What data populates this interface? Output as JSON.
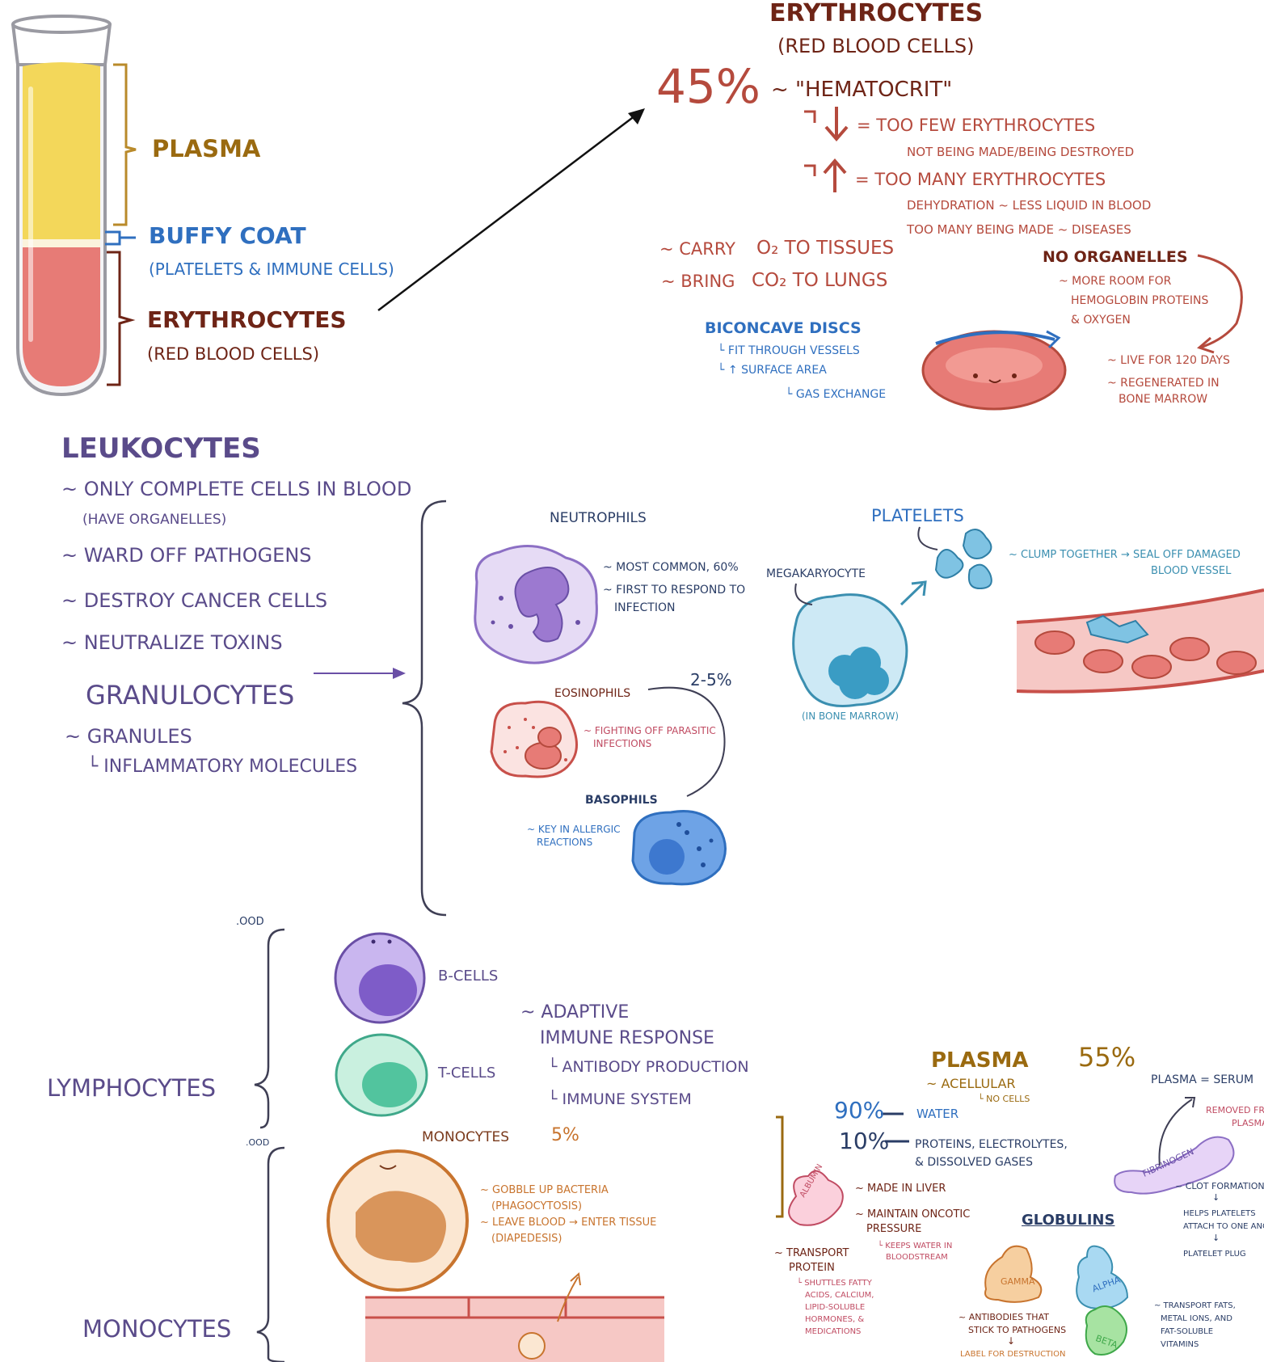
{
  "colors": {
    "plasma_yellow": "#f3d75a",
    "rbc_red": "#e77b76",
    "leuko_purple": "#5a4b8a",
    "platelet_blue": "#7fc3e3"
  },
  "icons": [
    "test-tube-icon",
    "red-blood-cell-icon",
    "neutrophil-icon",
    "eosinophil-icon",
    "basophil-icon",
    "megakaryocyte-icon",
    "platelets-icon",
    "blood-vessel-icon",
    "b-cell-icon",
    "t-cell-icon",
    "monocyte-icon",
    "albumin-icon",
    "fibrinogen-icon",
    "gamma-globulin-icon",
    "alpha-globulin-icon",
    "beta-globulin-icon"
  ],
  "tube": {
    "plasma": "PLASMA",
    "buffy": "BUFFY COAT",
    "buffy_sub": "(PLATELETS & IMMUNE CELLS)",
    "ery": "ERYTHROCYTES",
    "ery_sub": "(RED BLOOD CELLS)"
  },
  "ery": {
    "title": "ERYTHROCYTES",
    "subtitle": "(RED BLOOD CELLS)",
    "pct": "45%",
    "hematocrit": "~ \"HEMATOCRIT\"",
    "low_sym": "= TOO FEW ERYTHROCYTES",
    "low_reason": "NOT BEING MADE/BEING DESTROYED",
    "high_sym": "= TOO MANY ERYTHROCYTES",
    "high_r1": "DEHYDRATION ~ LESS LIQUID IN BLOOD",
    "high_r2": "TOO MANY BEING MADE ~ DISEASES",
    "carry": "~ CARRY",
    "o2": "O₂ TO TISSUES",
    "bring": "~ BRING",
    "co2": "CO₂ TO LUNGS",
    "no_org": "NO ORGANELLES",
    "no_org_1": "~ MORE ROOM FOR",
    "no_org_2": "HEMOGLOBIN PROTEINS",
    "no_org_3": "& OXYGEN",
    "bicon": "BICONCAVE DISCS",
    "bicon_1": "FIT THROUGH VESSELS",
    "bicon_2": "↑ SURFACE AREA",
    "bicon_3": "GAS EXCHANGE",
    "life": "~ LIVE FOR 120 DAYS",
    "regen_1": "~ REGENERATED IN",
    "regen_2": "BONE MARROW"
  },
  "leuko": {
    "title": "LEUKOCYTES",
    "p1": "~ ONLY COMPLETE CELLS IN BLOOD",
    "p1b": "(HAVE ORGANELLES)",
    "p2": "~ WARD OFF PATHOGENS",
    "p3": "~ DESTROY CANCER CELLS",
    "p4": "~ NEUTRALIZE TOXINS",
    "gran": "GRANULOCYTES",
    "gran_1": "~ GRANULES",
    "gran_2": "INFLAMMATORY MOLECULES"
  },
  "neut": {
    "title": "NEUTROPHILS",
    "n1": "~ MOST COMMON, 60%",
    "n2": "~ FIRST TO RESPOND TO",
    "n3": "INFECTION"
  },
  "eos": {
    "title": "EOSINOPHILS",
    "pct": "2-5%",
    "e1": "~ FIGHTING OFF PARASITIC",
    "e2": "INFECTIONS"
  },
  "baso": {
    "title": "BASOPHILS",
    "b1": "~ KEY IN ALLERGIC",
    "b2": "REACTIONS"
  },
  "plt": {
    "title": "PLATELETS",
    "mega": "MEGAKARYOCYTE",
    "marrow": "(IN BONE MARROW)",
    "c1": "~ CLUMP TOGETHER → SEAL OFF DAMAGED",
    "c2": "BLOOD VESSEL"
  },
  "lymph": {
    "title": "LYMPHOCYTES",
    "ood1": ".OOD",
    "ood2": ".OOD",
    "bcells": "B-CELLS",
    "tcells": "T-CELLS",
    "a1": "~ ADAPTIVE",
    "a2": "IMMUNE RESPONSE",
    "a3": "ANTIBODY PRODUCTION",
    "a4": "IMMUNE SYSTEM"
  },
  "mono": {
    "title": "MONOCYTES",
    "label": "MONOCYTES",
    "pct": "5%",
    "m1": "~ GOBBLE UP BACTERIA",
    "m2": "(PHAGOCYTOSIS)",
    "m3": "~ LEAVE BLOOD → ENTER TISSUE",
    "m4": "(DIAPEDESIS)"
  },
  "plasma": {
    "title": "PLASMA",
    "pct": "55%",
    "acell": "~ ACELLULAR",
    "nocells": "NO CELLS",
    "p90": "90%",
    "water": "WATER",
    "p10": "10%",
    "prot1": "PROTEINS, ELECTROLYTES,",
    "prot2": "& DISSOLVED GASES",
    "serum": "PLASMA = SERUM",
    "rem1": "REMOVED FROM",
    "rem2": "PLASMA",
    "albumin": "ALBUMIN",
    "alb1": "~ MADE IN LIVER",
    "alb2": "~ MAINTAIN ONCOTIC",
    "alb3": "PRESSURE",
    "alb4": "KEEPS WATER IN",
    "alb5": "BLOODSTREAM",
    "tr1": "~ TRANSPORT",
    "tr2": "PROTEIN",
    "tr3": "SHUTTLES FATTY",
    "tr4": "ACIDS, CALCIUM,",
    "tr5": "LIPID-SOLUBLE",
    "tr6": "HORMONES, &",
    "tr7": "MEDICATIONS",
    "fib": "FIBRINOGEN",
    "fib1": "~ CLOT FORMATION",
    "fib2": "HELPS PLATELETS",
    "fib3": "ATTACH TO ONE ANOTHER",
    "fib4": "PLATELET PLUG",
    "glob": "GLOBULINS",
    "gamma": "GAMMA",
    "alpha": "ALPHA",
    "beta": "BETA",
    "g1": "~ ANTIBODIES THAT",
    "g2": "STICK TO PATHOGENS",
    "g3": "LABEL FOR DESTRUCTION",
    "ab1": "~ TRANSPORT FATS,",
    "ab2": "METAL IONS, AND",
    "ab3": "FAT-SOLUBLE",
    "ab4": "VITAMINS"
  }
}
